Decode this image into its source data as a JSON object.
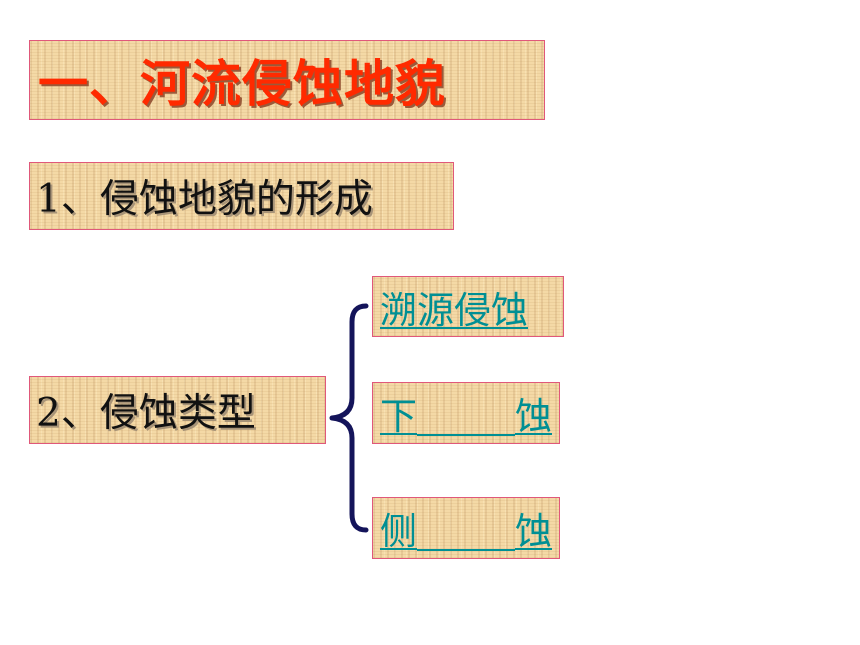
{
  "title": "一、河流侵蚀地貌",
  "formation": "1、侵蚀地貌的形成",
  "types": {
    "label": "2、侵蚀类型",
    "items": [
      {
        "label": "溯源侵蚀"
      },
      {
        "left": "下",
        "right": "蚀"
      },
      {
        "left": "侧",
        "right": "蚀"
      }
    ]
  },
  "colors": {
    "title": "#ff2a00",
    "link": "#008f94",
    "brace": "#14145a",
    "box_border": "#e0587a"
  }
}
